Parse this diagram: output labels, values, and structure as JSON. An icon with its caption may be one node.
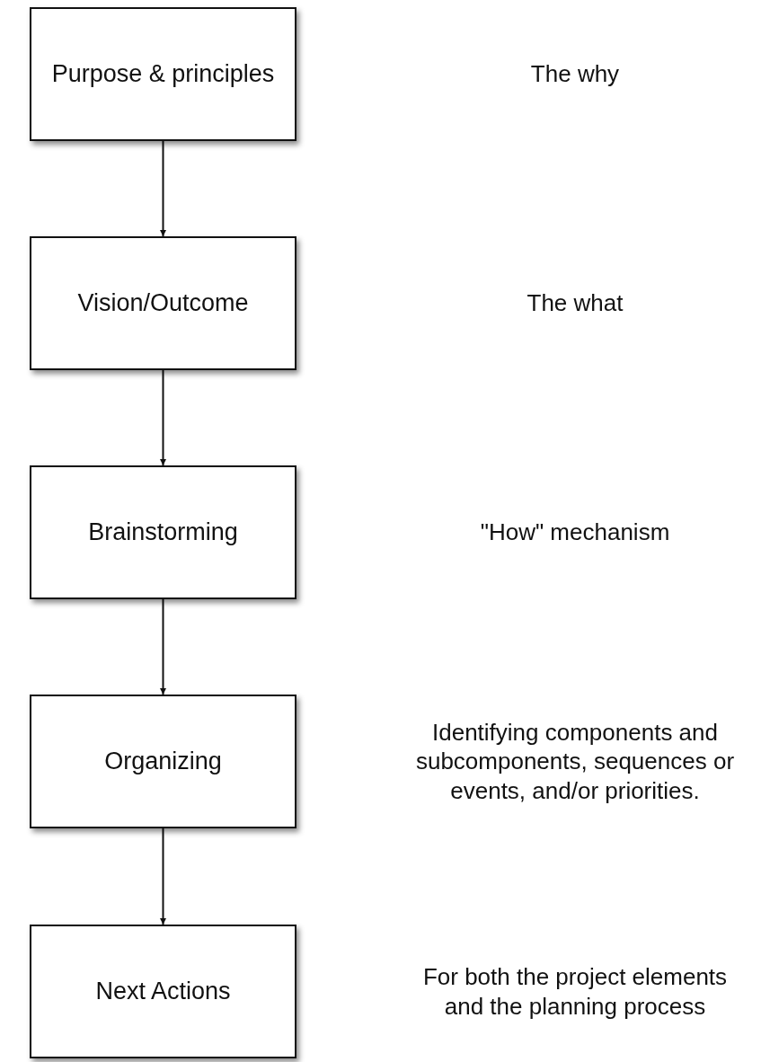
{
  "diagram": {
    "nodes": [
      {
        "text": [
          "Purpose & principles"
        ]
      },
      {
        "text": [
          "Vision/Outcome"
        ]
      },
      {
        "text": [
          "Brainstorming"
        ]
      },
      {
        "text": [
          "Organizing"
        ]
      },
      {
        "text": [
          "Next Actions"
        ]
      }
    ],
    "edges": [
      {
        "from": 0,
        "to": 1,
        "arrow": "to"
      },
      {
        "from": 1,
        "to": 2,
        "arrow": "to"
      },
      {
        "from": 2,
        "to": 3,
        "arrow": "to"
      },
      {
        "from": 3,
        "to": 4,
        "arrow": "to"
      }
    ],
    "labels": [
      "The why",
      "The what",
      "\"How\" mechanism",
      "Identifying components and subcomponents, sequences or events, and/or priorities.",
      "For both the project elements and the planning process"
    ]
  }
}
